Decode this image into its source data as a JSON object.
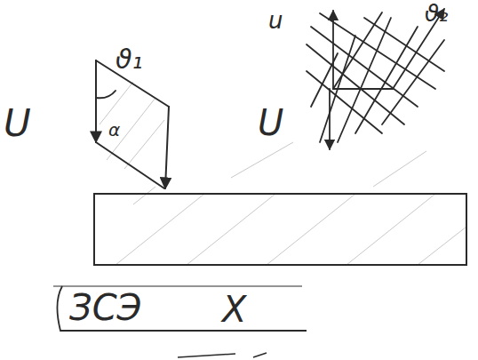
{
  "diagram": {
    "labels": [
      "U",
      "ϑ₁",
      "α",
      "U",
      "u",
      "ϑ₂",
      "ЗСЭ",
      "X"
    ]
  }
}
